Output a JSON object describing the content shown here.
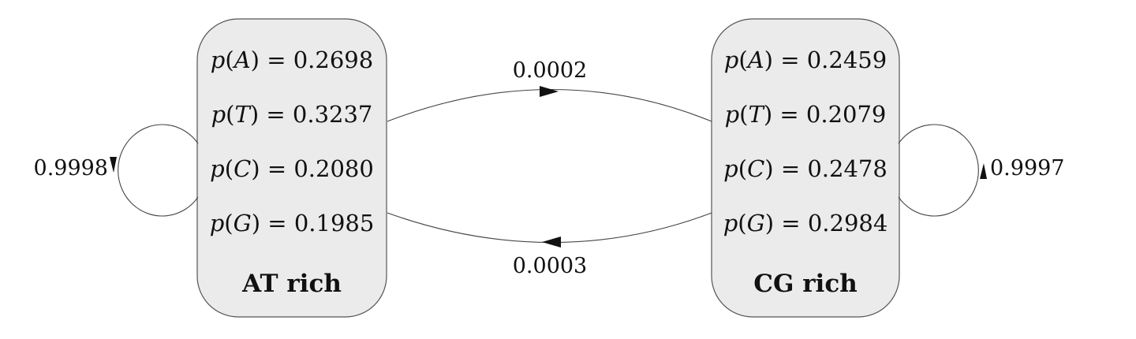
{
  "states": [
    {
      "name": "AT rich",
      "emissions": [
        {
          "symbol": "A",
          "prob": "0.2698"
        },
        {
          "symbol": "T",
          "prob": "0.3237"
        },
        {
          "symbol": "C",
          "prob": "0.2080"
        },
        {
          "symbol": "G",
          "prob": "0.1985"
        }
      ]
    },
    {
      "name": "CG rich",
      "emissions": [
        {
          "symbol": "A",
          "prob": "0.2459"
        },
        {
          "symbol": "T",
          "prob": "0.2079"
        },
        {
          "symbol": "C",
          "prob": "0.2478"
        },
        {
          "symbol": "G",
          "prob": "0.2984"
        }
      ]
    }
  ],
  "transitions": {
    "at_self": "0.9998",
    "cg_self": "0.9997",
    "at_to_cg": "0.0002",
    "cg_to_at": "0.0003"
  }
}
